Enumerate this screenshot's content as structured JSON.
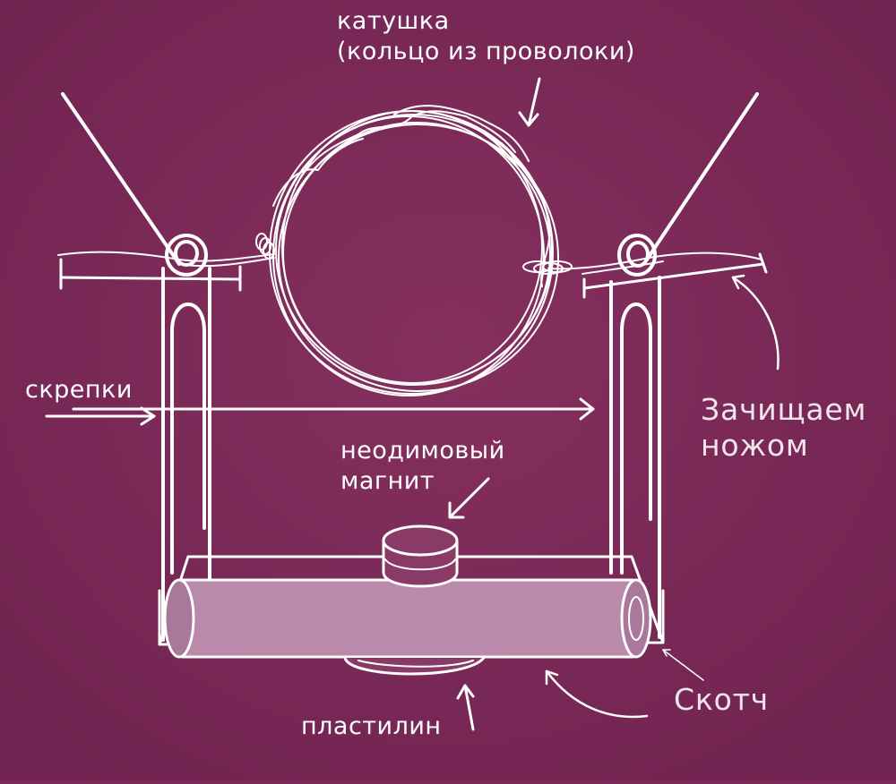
{
  "labels": {
    "coil_line1": "катушка",
    "coil_line2": "(кольцо из проволоки)",
    "clips": "скрепки",
    "strip_line1": "Зачищаем",
    "strip_line2": "ножом",
    "magnet_line1": "неодимовый",
    "magnet_line2": "магнит",
    "tape": "Скотч",
    "clay": "пластилин"
  },
  "colors": {
    "background": "#7d2a58",
    "line": "#ffffff",
    "battery_fill": "#b98aa9"
  }
}
